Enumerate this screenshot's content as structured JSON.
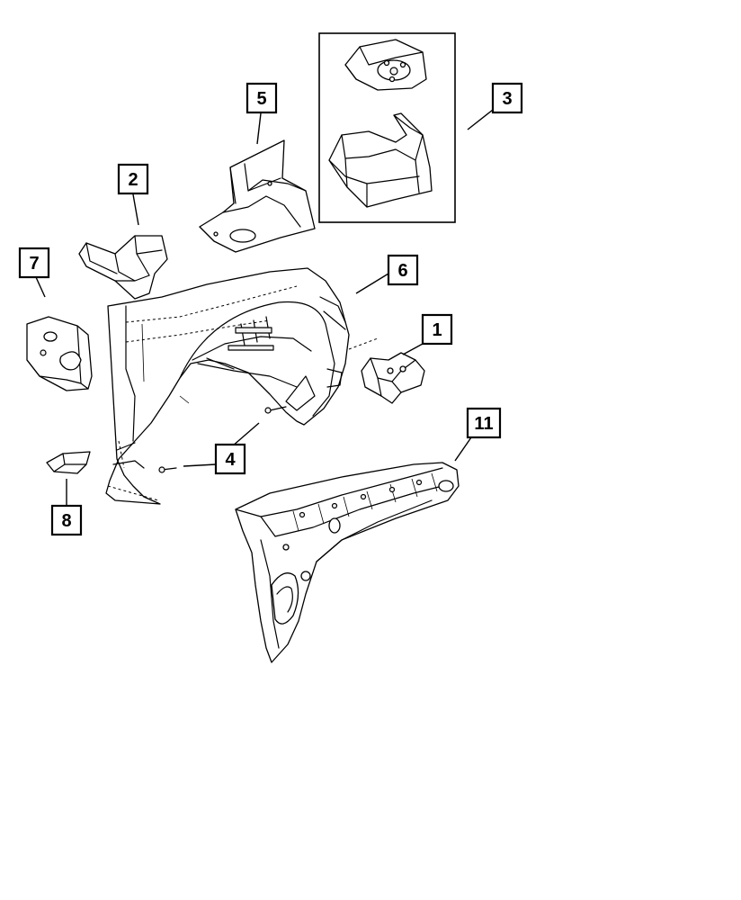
{
  "callouts": [
    {
      "id": "1",
      "label": "1"
    },
    {
      "id": "2",
      "label": "2"
    },
    {
      "id": "3",
      "label": "3"
    },
    {
      "id": "4",
      "label": "4"
    },
    {
      "id": "5",
      "label": "5"
    },
    {
      "id": "6",
      "label": "6"
    },
    {
      "id": "7",
      "label": "7"
    },
    {
      "id": "8",
      "label": "8"
    },
    {
      "id": "11",
      "label": "11"
    }
  ]
}
